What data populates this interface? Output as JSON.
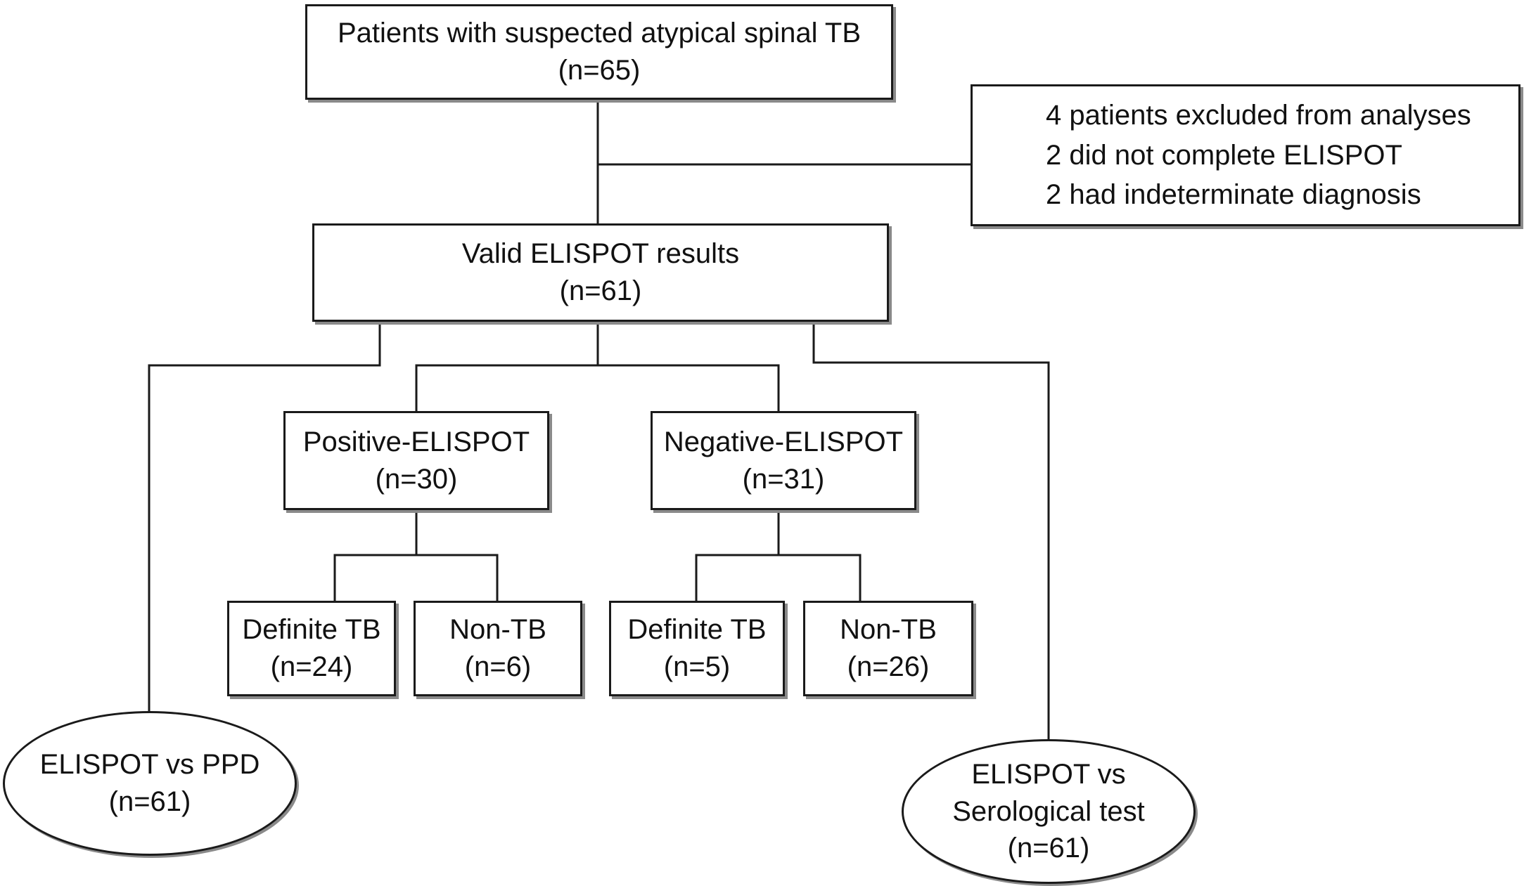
{
  "nodes": {
    "suspected": {
      "line1": "Patients with suspected atypical spinal TB",
      "line2": "(n=65)"
    },
    "excluded": {
      "line1": "4 patients excluded from analyses",
      "line2": "2 did not complete ELISPOT",
      "line3": "2 had indeterminate diagnosis"
    },
    "valid": {
      "line1": "Valid ELISPOT results",
      "line2": "(n=61)"
    },
    "positive": {
      "line1": "Positive-ELISPOT",
      "line2": "(n=30)"
    },
    "negative": {
      "line1": "Negative-ELISPOT",
      "line2": "(n=31)"
    },
    "pos_definite": {
      "line1": "Definite TB",
      "line2": "(n=24)"
    },
    "pos_non": {
      "line1": "Non-TB",
      "line2": "(n=6)"
    },
    "neg_definite": {
      "line1": "Definite TB",
      "line2": "(n=5)"
    },
    "neg_non": {
      "line1": "Non-TB",
      "line2": "(n=26)"
    },
    "ppd": {
      "line1": "ELISPOT vs PPD",
      "line2": "(n=61)"
    },
    "serological": {
      "line1": "ELISPOT vs",
      "line2": "Serological test",
      "line3": "(n=61)"
    }
  },
  "colors": {
    "stroke": "#1a1a1a",
    "shadow": "#8a8a8a",
    "background": "#ffffff"
  }
}
